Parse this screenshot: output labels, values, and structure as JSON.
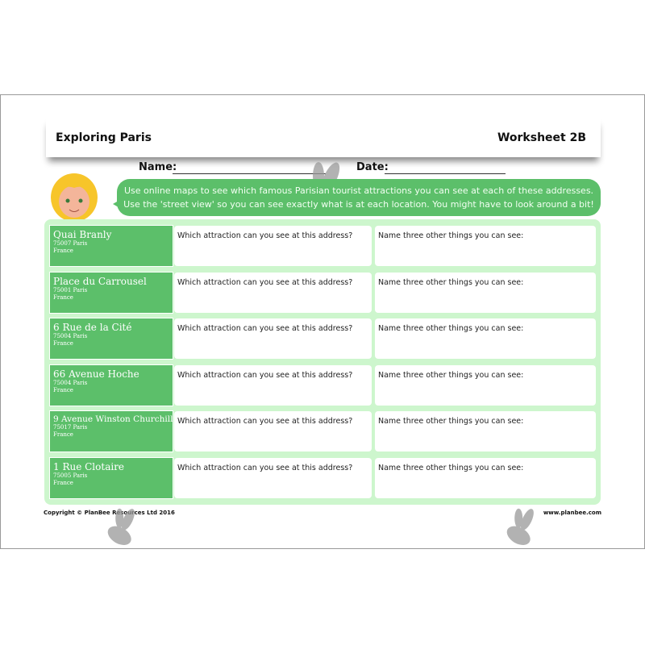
{
  "header": {
    "title": "Exploring Paris",
    "worksheet": "Worksheet 2B"
  },
  "form": {
    "name_label": "Name:",
    "date_label": "Date:"
  },
  "instructions": "Use online maps to see which famous Parisian tourist attractions you can see at each of these addresses.  Use the 'street view' so you can see exactly what is at each location. You might have to look around a bit!",
  "rows": [
    {
      "name": "Quai Branly",
      "postcode": "75007 Paris",
      "country": "France",
      "q1": "Which attraction can you see at this address?",
      "q2": "Name three other things you can see:"
    },
    {
      "name": "Place du Carrousel",
      "postcode": "75001 Paris",
      "country": "France",
      "q1": "Which attraction can you see at this address?",
      "q2": "Name three other things you can see:"
    },
    {
      "name": "6 Rue de la Cité",
      "postcode": "75004 Paris",
      "country": "France",
      "q1": "Which attraction can you see at this address?",
      "q2": "Name three other things you can see:"
    },
    {
      "name": "66 Avenue Hoche",
      "postcode": "75004 Paris",
      "country": "France",
      "q1": "Which attraction can you see at this address?",
      "q2": "Name three other things you can see:"
    },
    {
      "name": "9 Avenue Winston Churchill",
      "postcode": "75017 Paris",
      "country": "France",
      "q1": "Which attraction can you see at this address?",
      "q2": "Name three other things you can see:"
    },
    {
      "name": "1 Rue Clotaire",
      "postcode": "75005 Paris",
      "country": "France",
      "q1": "Which attraction can you see at this address?",
      "q2": "Name three other things you can see:"
    }
  ],
  "footer": {
    "copyright": "Copyright © PlanBee Resources Ltd 2016",
    "website": "www.planbee.com"
  },
  "colors": {
    "green": "#5cbf6a",
    "light_green": "#cdf6cd"
  }
}
